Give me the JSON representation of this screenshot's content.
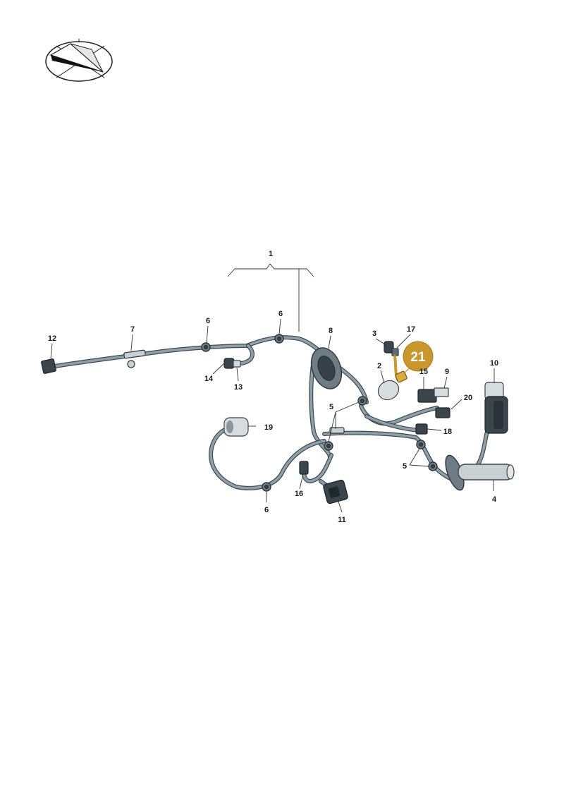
{
  "callouts": {
    "c1": "1",
    "c2": "2",
    "c3": "3",
    "c4": "4",
    "c5a": "5",
    "c5b": "5",
    "c6a": "6",
    "c6b": "6",
    "c6c": "6",
    "c7": "7",
    "c8": "8",
    "c9": "9",
    "c10": "10",
    "c11": "11",
    "c12": "12",
    "c13": "13",
    "c14": "14",
    "c15": "15",
    "c16": "16",
    "c17": "17",
    "c18": "18",
    "c19": "19",
    "c20": "20",
    "c21": "21"
  },
  "highlight": {
    "item": "21",
    "color": "#c9972b"
  },
  "icons": {
    "logo": "paper-plane-compass-icon"
  }
}
